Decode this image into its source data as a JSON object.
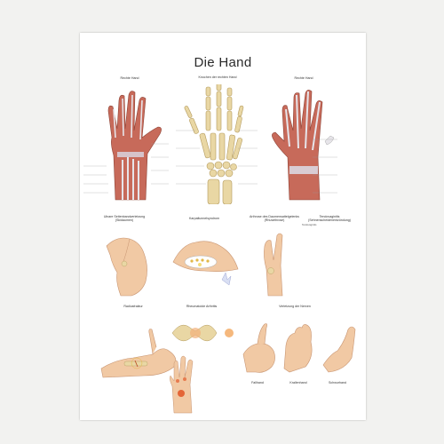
{
  "poster": {
    "title": "Die Hand",
    "panels": [
      {
        "key": "p1",
        "title": "Rechte Hand",
        "subtitle": "(Ansicht von vorne)"
      },
      {
        "key": "p2",
        "title": "Knochen der rechten Hand",
        "subtitle": "(Ansicht von vorne)"
      },
      {
        "key": "p3",
        "title": "Rechte Hand",
        "subtitle": "(Ansicht von hinten)"
      },
      {
        "key": "p4",
        "title": "Ulnare Seitenbandverletzung",
        "subtitle": "(Skidaumen)"
      },
      {
        "key": "p5",
        "title": "Karpaltunnelsyndrom",
        "subtitle": ""
      },
      {
        "key": "p6",
        "title": "Arthrose des Daumensattelgelenks",
        "subtitle": "(Rhizarthrose)"
      },
      {
        "key": "p7",
        "title": "Tendovaginitis",
        "subtitle": "(Sehnenscheidenentzündung)"
      },
      {
        "key": "p8",
        "title": "Radiusfraktur",
        "subtitle": ""
      },
      {
        "key": "p9",
        "title": "Rheumatoide Arthritis",
        "subtitle": ""
      },
      {
        "key": "p10",
        "title": "Verletzung der Nerven",
        "subtitle": ""
      }
    ],
    "captions": {
      "hand_a": "Fallhand",
      "hand_b": "Krallenhand",
      "hand_c": "Schwurhand"
    }
  },
  "colors": {
    "bone": "#e9d7a4",
    "bone_edge": "#b39a5e",
    "muscle": "#c76a5a",
    "tendon": "#e7e5ea",
    "skin": "#f1c9a4",
    "skin_edge": "#c89572",
    "inflamed": "#e25a2b",
    "leader": "#9a9a9a"
  }
}
